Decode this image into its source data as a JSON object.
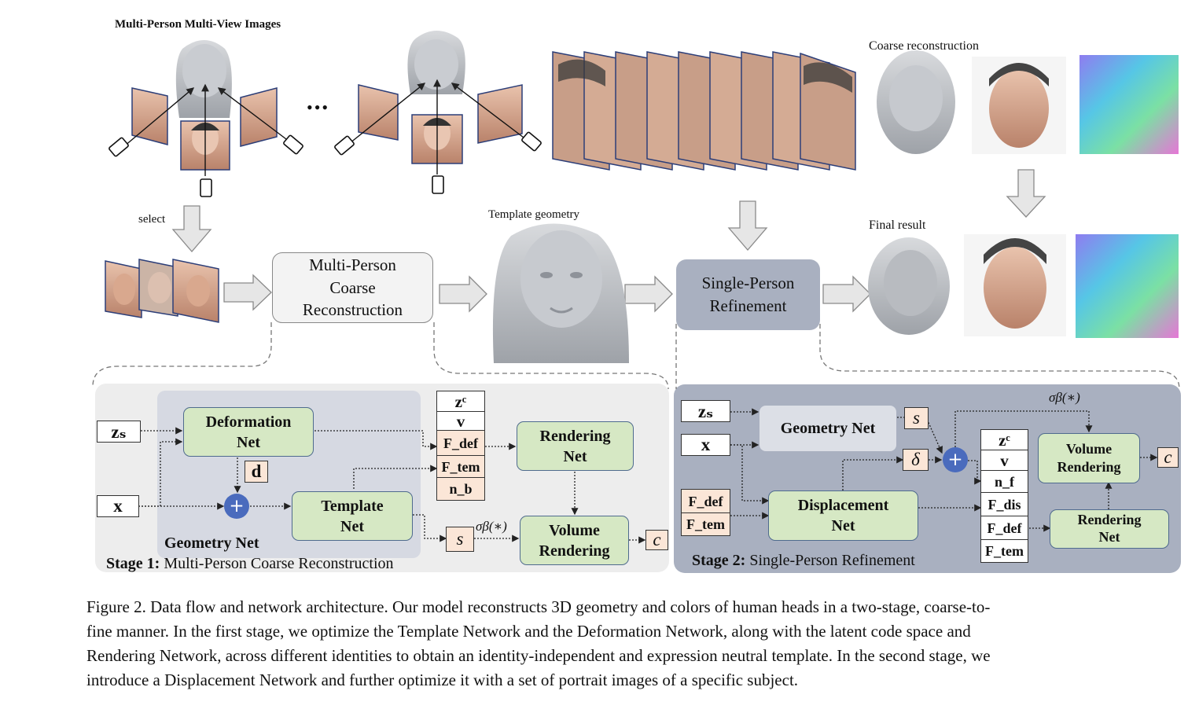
{
  "top": {
    "multi_view_title": "Multi-Person Multi-View Images",
    "ellipsis": "•••",
    "select_label": "select",
    "template_geometry_label": "Template geometry",
    "coarse_reconstruction_label": "Coarse reconstruction",
    "final_result_label": "Final result",
    "stage1_box": "Multi-Person Coarse Reconstruction",
    "stage2_box": "Single-Person Refinement"
  },
  "stage1": {
    "title_bold": "Stage 1:",
    "title_rest": "Multi-Person Coarse Reconstruction",
    "geometry_net_label": "Geometry Net",
    "deformation_net": "Deformation Net",
    "template_net": "Template Net",
    "rendering_net": "Rendering Net",
    "volume_rendering": "Volume Rendering",
    "symbols": {
      "zs": "zₛ",
      "x": "x",
      "d": "d",
      "s": "s",
      "c": "c",
      "sigma": "σβ(∗)",
      "plus": "+"
    },
    "stack": [
      "zᶜ",
      "v",
      "F_def",
      "F_tem",
      "n_b"
    ]
  },
  "stage2": {
    "title_bold": "Stage 2:",
    "title_rest": "Single-Person Refinement",
    "geometry_net": "Geometry Net",
    "displacement_net": "Displacement Net",
    "rendering_net": "Rendering Net",
    "volume_rendering": "Volume Rendering",
    "symbols": {
      "zs": "zₛ",
      "x": "x",
      "fdef": "F_def",
      "ftem": "F_tem",
      "s": "s",
      "delta": "δ",
      "c": "c",
      "sigma": "σβ(∗)",
      "plus": "+"
    },
    "stack": [
      "zᶜ",
      "v",
      "n_f",
      "F_dis",
      "F_def",
      "F_tem"
    ]
  },
  "caption": {
    "lines": [
      "Figure 2. Data flow and network architecture. Our model reconstructs 3D geometry and colors of human heads in a two-stage, coarse-to-",
      "fine manner.  In the first stage, we optimize the Template Network and the Deformation Network, along with the latent code space and",
      "Rendering Network, across different identities to obtain an identity-independent and expression neutral template. In the second stage, we",
      "introduce a Displacement Network and further optimize it with a set of portrait images of a specific subject."
    ]
  }
}
